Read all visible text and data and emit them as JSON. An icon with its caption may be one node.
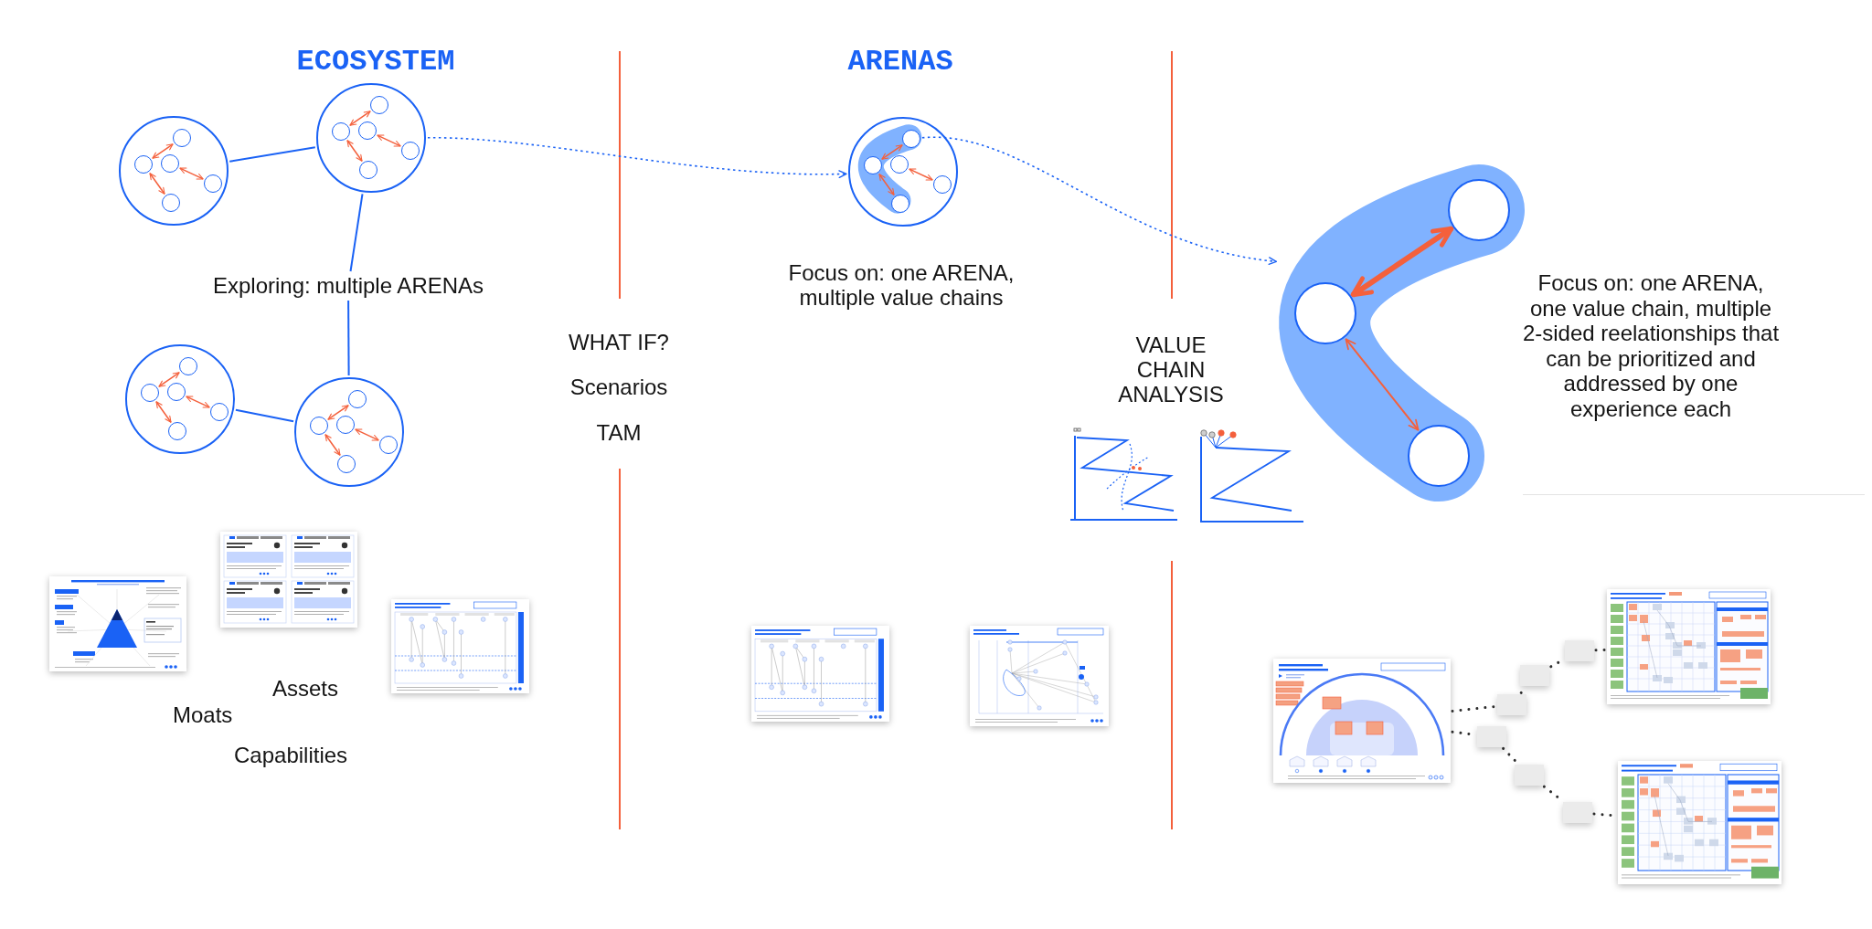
{
  "diagram": {
    "nodes": [
      {
        "text": [],
        "shape": "circle"
      },
      {
        "text": [],
        "shape": "circle",
        "in": 0
      },
      {
        "text": [],
        "shape": "circle",
        "in": 0
      },
      {
        "text": [],
        "shape": "circle",
        "in": 0
      },
      {
        "text": [],
        "shape": "circle",
        "in": 0
      },
      {
        "text": [],
        "shape": "circle",
        "in": 0
      },
      {
        "text": [],
        "shape": "circle"
      },
      {
        "text": [],
        "shape": "circle",
        "in": 6
      },
      {
        "text": [],
        "shape": "circle",
        "in": 6
      },
      {
        "text": [],
        "shape": "circle",
        "in": 6
      },
      {
        "text": [],
        "shape": "circle",
        "in": 6
      },
      {
        "text": [],
        "shape": "circle",
        "in": 6
      },
      {
        "text": [
          "Exploring: multiple ARENAs"
        ]
      },
      {
        "text": [],
        "shape": "circle"
      },
      {
        "text": [],
        "shape": "circle",
        "in": 13
      },
      {
        "text": [],
        "shape": "circle",
        "in": 13
      },
      {
        "text": [],
        "shape": "circle",
        "in": 13
      },
      {
        "text": [],
        "shape": "circle",
        "in": 13
      },
      {
        "text": [],
        "shape": "circle",
        "in": 13
      },
      {
        "text": [],
        "shape": "circle"
      },
      {
        "text": [],
        "shape": "circle",
        "in": 19
      },
      {
        "text": [],
        "shape": "circle",
        "in": 19
      },
      {
        "text": [],
        "shape": "circle",
        "in": 19
      },
      {
        "text": [],
        "shape": "circle",
        "in": 19
      },
      {
        "text": [],
        "shape": "circle",
        "in": 19
      },
      {
        "text": [],
        "shape": "circle"
      },
      {
        "text": [],
        "shape": "circle",
        "in": 25
      },
      {
        "text": [],
        "shape": "circle",
        "in": 25
      },
      {
        "text": [],
        "shape": "circle",
        "in": 25
      },
      {
        "text": [],
        "shape": "circle",
        "in": 25
      },
      {
        "text": [],
        "shape": "circle",
        "in": 25
      },
      {
        "text": [],
        "shape": "band"
      },
      {
        "text": [],
        "shape": "circle",
        "in": 31
      },
      {
        "text": [],
        "shape": "circle",
        "in": 31
      },
      {
        "text": [],
        "shape": "circle",
        "in": 31
      },
      {
        "text": [],
        "shape": "picture"
      },
      {
        "text": [],
        "shape": "box"
      },
      {
        "text": [],
        "shape": "box"
      },
      {
        "text": [],
        "shape": "box"
      },
      {
        "text": [],
        "shape": "picture"
      },
      {
        "text": [],
        "shape": "box"
      },
      {
        "text": [],
        "shape": "box"
      },
      {
        "text": [],
        "shape": "box"
      },
      {
        "text": [],
        "shape": "picture"
      }
    ],
    "edges": [
      {
        "from": 2,
        "to": 1,
        "arrow": "both"
      },
      {
        "from": 3,
        "to": 4,
        "arrow": "both"
      },
      {
        "from": 2,
        "to": 5,
        "arrow": "both"
      },
      {
        "from": 8,
        "to": 7,
        "arrow": "both"
      },
      {
        "from": 9,
        "to": 10,
        "arrow": "both"
      },
      {
        "from": 8,
        "to": 11,
        "arrow": "both"
      },
      {
        "from": 15,
        "to": 14,
        "arrow": "both"
      },
      {
        "from": 16,
        "to": 17,
        "arrow": "both"
      },
      {
        "from": 15,
        "to": 18,
        "arrow": "both"
      },
      {
        "from": 21,
        "to": 20,
        "arrow": "both"
      },
      {
        "from": 22,
        "to": 23,
        "arrow": "both"
      },
      {
        "from": 21,
        "to": 24,
        "arrow": "both"
      },
      {
        "from": 0,
        "to": 6,
        "arrow": "none",
        "color": "#1a62f5"
      },
      {
        "from": 6,
        "to": 12,
        "arrow": "none",
        "color": "#1a62f5"
      },
      {
        "from": 12,
        "to": 19,
        "arrow": "none",
        "color": "#1a62f5"
      },
      {
        "from": 13,
        "to": 19,
        "arrow": "none",
        "color": "#1a62f5"
      },
      {
        "from": 6,
        "to": 25,
        "arrow": "to",
        "style": "dashed",
        "color": "#1a62f5"
      },
      {
        "from": 27,
        "to": 26,
        "arrow": "both"
      },
      {
        "from": 28,
        "to": 29,
        "arrow": "both"
      },
      {
        "from": 27,
        "to": 30,
        "arrow": "both"
      },
      {
        "from": 26,
        "to": 31,
        "arrow": "to",
        "style": "dashed",
        "color": "#1a62f5"
      },
      {
        "from": 33,
        "to": 32,
        "arrow": "both",
        "style": "thick"
      },
      {
        "from": 33,
        "to": 34,
        "arrow": "both"
      },
      {
        "from": 35,
        "to": 36,
        "arrow": "none",
        "style": "dashed",
        "color": "#2b2b2b"
      },
      {
        "from": 36,
        "to": 37,
        "arrow": "none",
        "style": "dashed",
        "color": "#2b2b2b"
      },
      {
        "from": 37,
        "to": 38,
        "arrow": "none",
        "style": "dashed",
        "color": "#2b2b2b"
      },
      {
        "from": 38,
        "to": 39,
        "arrow": "none",
        "style": "dashed",
        "color": "#2b2b2b"
      },
      {
        "from": 35,
        "to": 40,
        "arrow": "none",
        "style": "dashed",
        "color": "#2b2b2b"
      },
      {
        "from": 40,
        "to": 41,
        "arrow": "none",
        "style": "dashed",
        "color": "#2b2b2b"
      },
      {
        "from": 41,
        "to": 42,
        "arrow": "none",
        "style": "dashed",
        "color": "#2b2b2b"
      },
      {
        "from": 42,
        "to": 43,
        "arrow": "none",
        "style": "dashed",
        "color": "#2b2b2b"
      }
    ],
    "labels": [
      "ECOSYSTEM",
      "ARENAS",
      "Focus on: one ARENA, multiple value chains",
      "Focus on: one ARENA, one value chain, multiple 2-sided reelationships that can be prioritized and addressed by one experience each",
      "WHAT IF?",
      "VALUE CHAIN ANALYSIS",
      "Scenarios",
      "TAM",
      "Assets",
      "Moats",
      "Capabilities"
    ]
  }
}
